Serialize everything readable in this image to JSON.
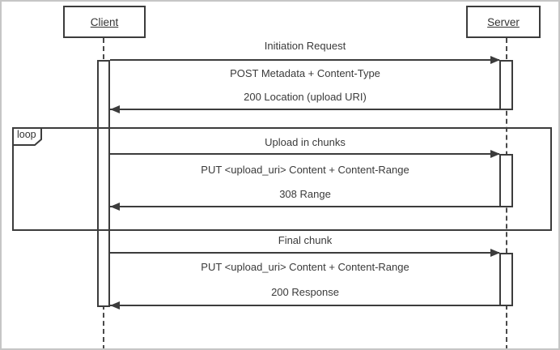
{
  "diagram": {
    "type": "uml-sequence",
    "participants": [
      {
        "name": "Client"
      },
      {
        "name": "Server"
      }
    ],
    "fragment": {
      "operator": "loop"
    },
    "sections": [
      {
        "title": "Initiation Request",
        "request": "POST Metadata + Content-Type",
        "response": "200 Location (upload URI)"
      },
      {
        "title": "Upload in chunks",
        "request": "PUT <upload_uri> Content + Content-Range",
        "response": "308 Range"
      },
      {
        "title": "Final chunk",
        "request": "PUT <upload_uri> Content + Content-Range",
        "response": "200 Response"
      }
    ],
    "colors": {
      "line": "#3c3c3c",
      "text": "#3a3a3a",
      "background": "#ffffff",
      "canvas_border": "#c6c6c6"
    }
  }
}
